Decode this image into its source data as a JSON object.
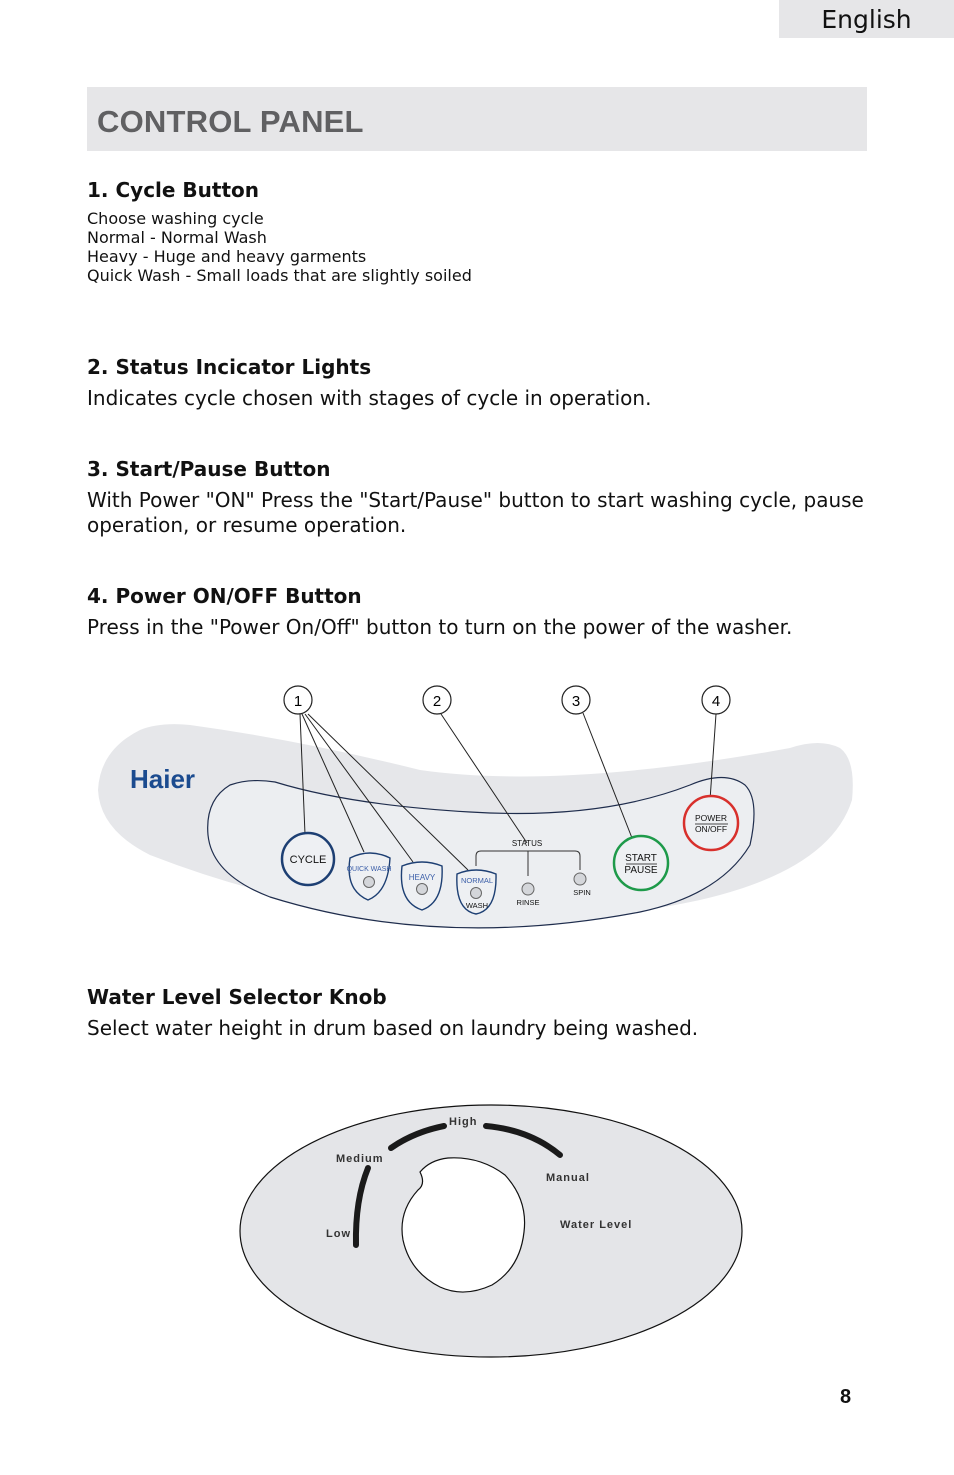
{
  "header": {
    "language": "English"
  },
  "title": "CONTROL PANEL",
  "sections": [
    {
      "heading": "1. Cycle Button",
      "lines": [
        "Choose washing cycle",
        "Normal - Normal Wash",
        "Heavy - Huge and heavy garments",
        "Quick Wash - Small loads that are slightly soiled"
      ]
    },
    {
      "heading": "2. Status Incicator Lights",
      "lines": [
        "Indicates cycle chosen with stages of cycle in operation."
      ]
    },
    {
      "heading": "3. Start/Pause Button",
      "lines": [
        "With Power \"ON\" Press the \"Start/Pause\" button to start washing cycle, pause operation, or resume operation."
      ]
    },
    {
      "heading": "4. Power ON/OFF Button",
      "lines": [
        "Press in the \"Power On/Off\" button to turn on the power of the washer."
      ]
    },
    {
      "heading": "Water Level Selector Knob",
      "lines": [
        "Select water height in drum based on laundry being washed."
      ]
    }
  ],
  "panel": {
    "brand": "Haier",
    "callouts": [
      "1",
      "2",
      "3",
      "4"
    ],
    "cycle_label": "CYCLE",
    "quick_wash_label": "QUICK WASH",
    "heavy_label": "HEAVY",
    "normal_label": "NORMAL",
    "status_label": "STATUS",
    "wash_label": "WASH",
    "rinse_label": "RINSE",
    "spin_label": "SPIN",
    "start_label": "START",
    "pause_label": "PAUSE",
    "power_label": "POWER",
    "onoff_label": "ON/OFF",
    "colors": {
      "cycle": "#1d3f73",
      "start": "#1e9a4a",
      "power": "#d8302c",
      "brand": "#1b4b8f",
      "secondary": "#3b5ea8"
    }
  },
  "knob": {
    "high": "High",
    "medium": "Medium",
    "manual": "Manual",
    "low": "Low",
    "water_level": "Water Level"
  },
  "page_number": "8"
}
